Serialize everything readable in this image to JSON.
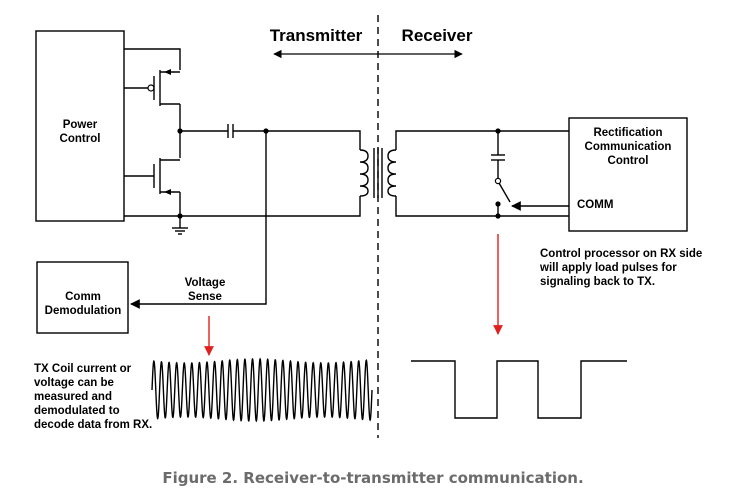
{
  "header": {
    "tx": "Transmitter",
    "rx": "Receiver"
  },
  "blocks": {
    "power_control": [
      "Power",
      "Control"
    ],
    "comm_demod": [
      "Comm",
      "Demodulation"
    ],
    "rect_comm": [
      "Rectification",
      "Communication",
      "Control"
    ]
  },
  "labels": {
    "voltage_sense": [
      "Voltage",
      "Sense"
    ],
    "comm": "COMM"
  },
  "notes": {
    "tx_note": [
      "TX Coil current or",
      "voltage can be",
      "measured and",
      "demodulated to",
      "decode data from RX."
    ],
    "rx_note": [
      "Control processor on RX side",
      "will apply load pulses for",
      "signaling back to TX."
    ]
  },
  "caption": "Figure 2. Receiver-to-transmitter communication.",
  "colors": {
    "arrow_red": "#e0201c",
    "caption_gray": "#6b6b6b"
  }
}
